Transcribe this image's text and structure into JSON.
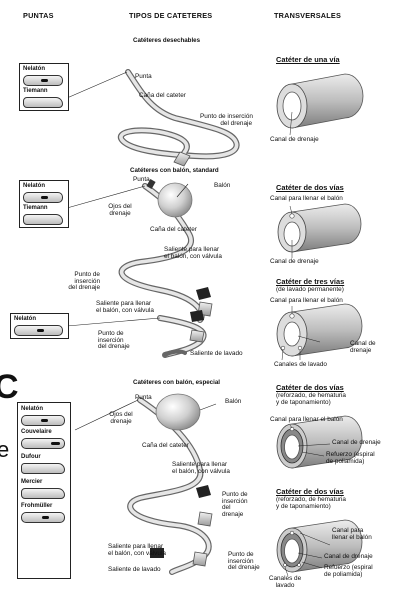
{
  "headers": {
    "tips": "PUNTAS",
    "types": "TIPOS DE CATETERES",
    "cross": "TRANSVERSALES"
  },
  "panel1": {
    "title": "Catéteres desechables",
    "tip_label": "Punta",
    "shaft_label": "Caña del cateter",
    "insert_label": [
      "Punto de inserción",
      "del drenaje"
    ],
    "tips": [
      "Nelatón",
      "Tiemann"
    ],
    "cross_title": "Catéter de una vía",
    "cross_labels": [
      "Canal de drenaje"
    ]
  },
  "panel2": {
    "title": "Catéteres con balón, standard",
    "tip_label": "Punta",
    "balloon_label": "Balón",
    "eyes_label": [
      "Ojos del",
      "drenaje"
    ],
    "shaft_label": "Caña del cateter",
    "valve_label": [
      "Saliente para llenar",
      "el balón, con válvula"
    ],
    "insert_label": [
      "Punto de",
      "inserción",
      "del drenaje"
    ],
    "tips": [
      "Nelatón",
      "Tiemann"
    ],
    "cross_title": "Catéter de dos vías",
    "cross_labels": [
      "Canal para llenar el balón",
      "Canal de drenaje"
    ]
  },
  "panel3": {
    "valve_label": [
      "Saliente para llenar",
      "el balón, con válvula"
    ],
    "insert_label": [
      "Punto de",
      "inserción",
      "del drenaje"
    ],
    "wash_label": "Saliente de lavado",
    "tips": [
      "Nelatón"
    ],
    "cross_title": "Catéter de tres vías",
    "cross_sub": "(de lavado permanente)",
    "cross_labels": [
      "Canal para llenar el balón",
      "Canal de",
      "drenaje",
      "Canales de lavado"
    ]
  },
  "panel4": {
    "title": "Catéteres con balón, especial",
    "tip_label": "Punta",
    "balloon_label": "Balón",
    "eyes_label": [
      "Ojos del",
      "drenaje"
    ],
    "shaft_label": "Caña del cateter",
    "valve_label": [
      "Saliente para llenar",
      "el balón, con válvula"
    ],
    "valve2_label": [
      "Saliente para llenar",
      "el balón, con válvula"
    ],
    "insert_label": [
      "Punto de",
      "inserción",
      "del",
      "drenaje"
    ],
    "insert2_label": [
      "Punto de",
      "inserción",
      "del drenaje"
    ],
    "wash_label": "Saliente de lavado",
    "tips": [
      "Nelatón",
      "Couvelaire",
      "Dufour",
      "Mercier",
      "Frohmüller"
    ],
    "cross_a": {
      "title": "Catéter de dos vías",
      "sub": [
        "(reforzado, de hematuria",
        "y de taponamiento)"
      ],
      "labels": [
        "Canal para llenar el balón",
        "Canal de drenaje",
        "Refuerzo (espiral",
        "de poliamida)"
      ]
    },
    "cross_b": {
      "title": "Catéter de dos vías",
      "sub": [
        "(reforzado, de hematuria",
        "y de taponamiento)"
      ],
      "labels": [
        "Canal para",
        "llenar el balón",
        "Canal de drenaje",
        "Refuerzo (espiral",
        "de poliamida)",
        "Canales de",
        "lavado"
      ]
    }
  },
  "edge_fragments": [
    "C",
    "e"
  ]
}
